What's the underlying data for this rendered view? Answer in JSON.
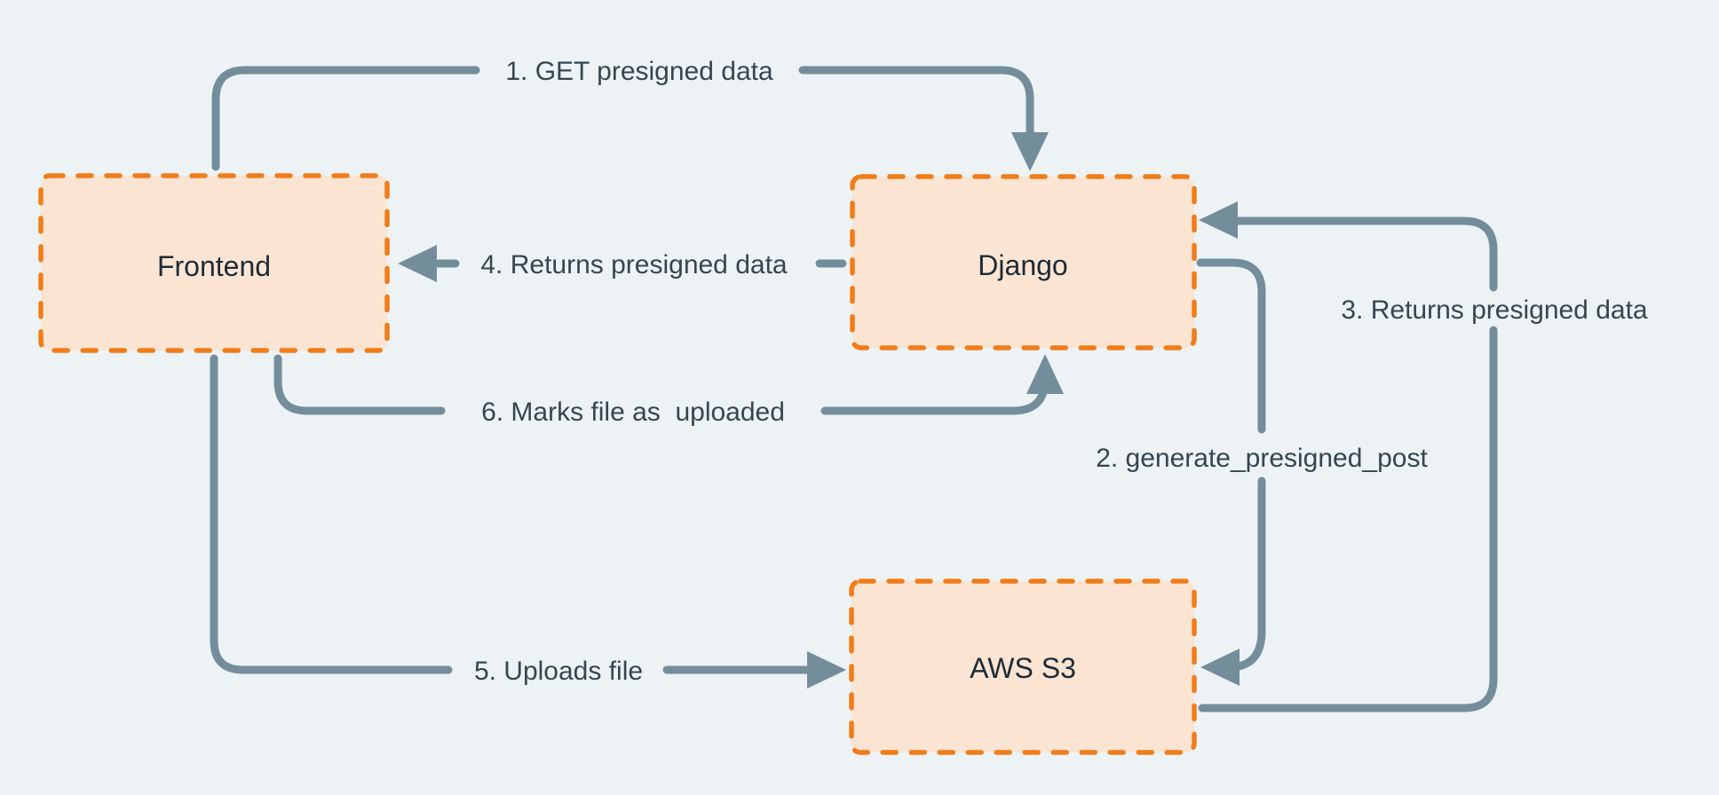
{
  "diagram": {
    "nodes": [
      {
        "id": "frontend",
        "label": "Frontend"
      },
      {
        "id": "django",
        "label": "Django"
      },
      {
        "id": "aws-s3",
        "label": "AWS S3"
      }
    ],
    "edges": [
      {
        "id": "step-1",
        "label": "1. GET presigned data",
        "from": "Frontend",
        "to": "Django"
      },
      {
        "id": "step-2",
        "label": "2. generate_presigned_post",
        "from": "Django",
        "to": "AWS S3"
      },
      {
        "id": "step-3",
        "label": "3. Returns presigned data",
        "from": "AWS S3",
        "to": "Django"
      },
      {
        "id": "step-4",
        "label": "4. Returns presigned data",
        "from": "Django",
        "to": "Frontend"
      },
      {
        "id": "step-5",
        "label": "5. Uploads file",
        "from": "Frontend",
        "to": "AWS S3"
      },
      {
        "id": "step-6",
        "label": "6. Marks file as  uploaded",
        "from": "Frontend",
        "to": "Django"
      }
    ],
    "colors": {
      "background": "#edf2f5",
      "node_fill": "#fce4d3",
      "node_border": "#f07d1a",
      "arrow": "#748d9b",
      "edge_label": "#35464f",
      "node_label": "#1d2b36"
    }
  }
}
